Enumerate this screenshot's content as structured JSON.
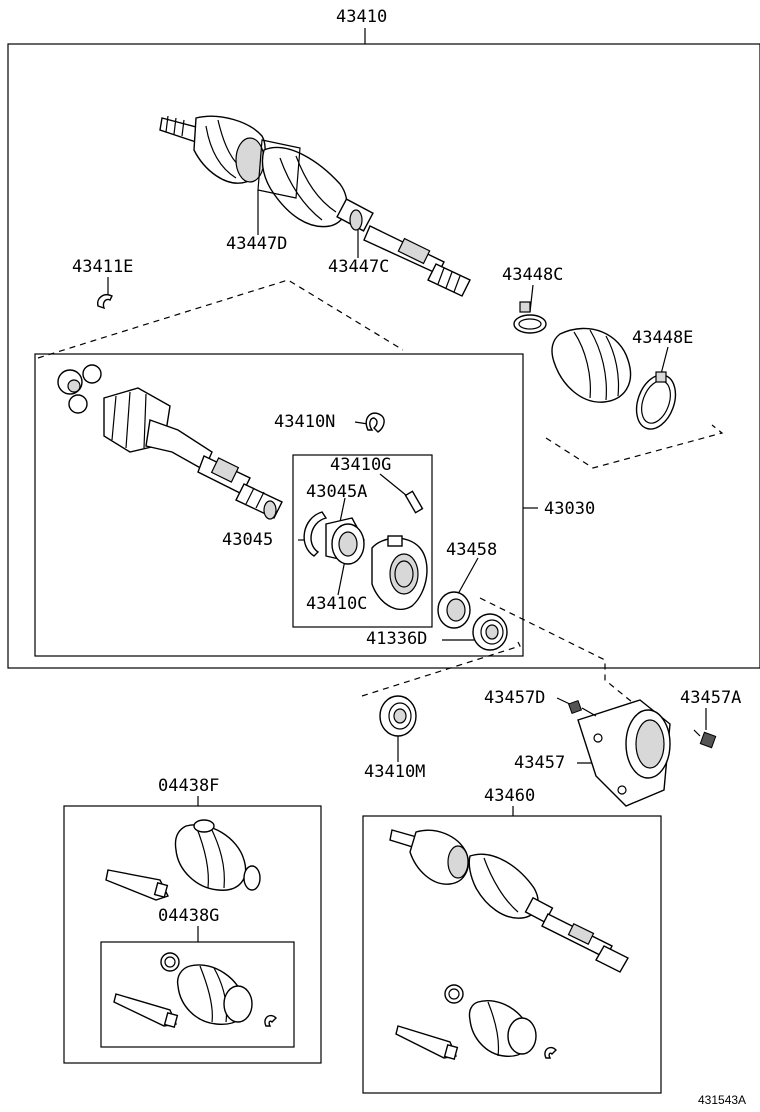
{
  "labels": {
    "p43410": "43410",
    "p43447D": "43447D",
    "p43447C": "43447C",
    "p43411E": "43411E",
    "p43448C": "43448C",
    "p43448E": "43448E",
    "p43410N": "43410N",
    "p43410G": "43410G",
    "p43045A": "43045A",
    "p43045": "43045",
    "p43030": "43030",
    "p43458": "43458",
    "p43410C": "43410C",
    "p41336D": "41336D",
    "p43457D": "43457D",
    "p43457A": "43457A",
    "p43457": "43457",
    "p43410M": "43410M",
    "p04438F": "04438F",
    "p04438G": "04438G",
    "p43460": "43460"
  },
  "diagram_ref": "431543A"
}
